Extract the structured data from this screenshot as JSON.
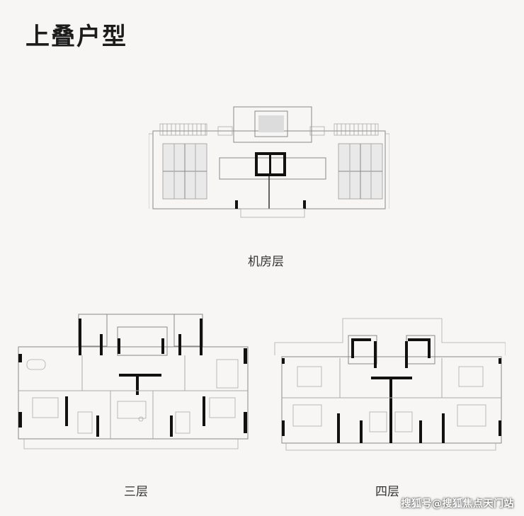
{
  "page": {
    "title": "上叠户型"
  },
  "plans": {
    "machine_room": {
      "label": "机房层"
    },
    "floor3": {
      "label": "三层"
    },
    "floor4": {
      "label": "四层"
    }
  },
  "watermark": {
    "text": "搜狐号@搜狐焦点天门站"
  }
}
